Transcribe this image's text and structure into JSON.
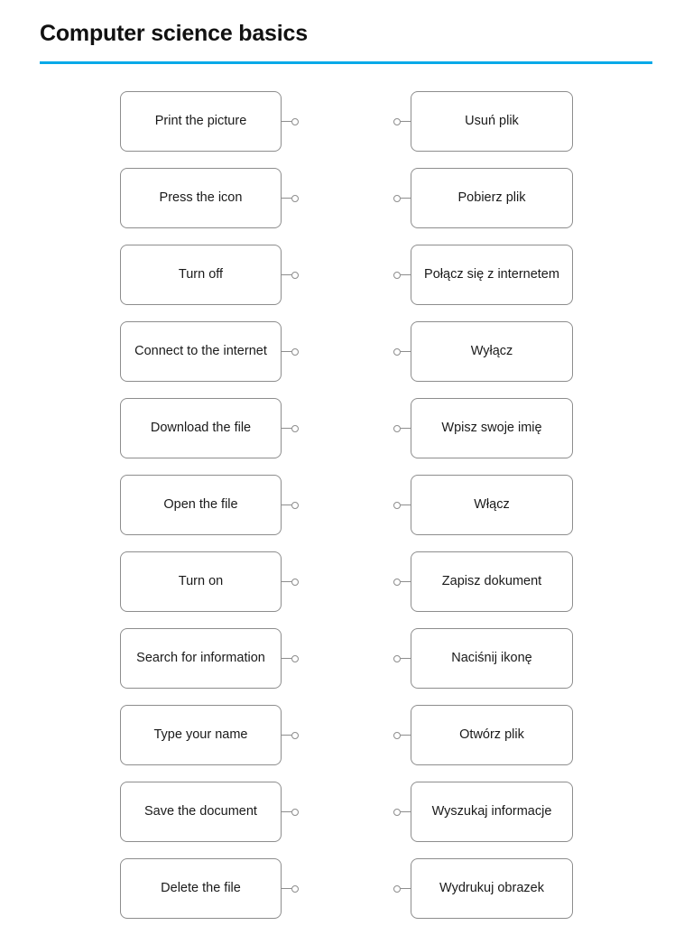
{
  "header": {
    "title": "Computer science basics",
    "rule_color": "#06a9e8"
  },
  "worksheet": {
    "left_column": [
      {
        "label": "Print the picture"
      },
      {
        "label": "Press the icon"
      },
      {
        "label": "Turn off"
      },
      {
        "label": "Connect to the internet"
      },
      {
        "label": "Download the file"
      },
      {
        "label": "Open the file"
      },
      {
        "label": "Turn on"
      },
      {
        "label": "Search for information"
      },
      {
        "label": "Type your name"
      },
      {
        "label": "Save the document"
      },
      {
        "label": "Delete the file"
      }
    ],
    "right_column": [
      {
        "label": "Usuń plik"
      },
      {
        "label": "Pobierz plik"
      },
      {
        "label": "Połącz się z internetem"
      },
      {
        "label": "Wyłącz"
      },
      {
        "label": "Wpisz swoje imię"
      },
      {
        "label": "Włącz"
      },
      {
        "label": "Zapisz dokument"
      },
      {
        "label": "Naciśnij ikonę"
      },
      {
        "label": "Otwórz plik"
      },
      {
        "label": "Wyszukaj informacje"
      },
      {
        "label": "Wydrukuj obrazek"
      }
    ]
  }
}
